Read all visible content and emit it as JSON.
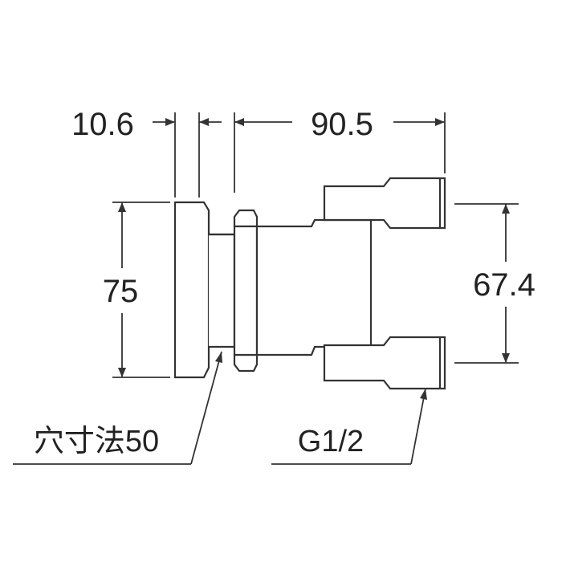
{
  "dimensions": {
    "flange_thickness": "10.6",
    "length": "90.5",
    "height": "75",
    "outlet_spacing": "67.4"
  },
  "callouts": {
    "hole_size": "穴寸法50",
    "thread": "G1/2"
  },
  "colors": {
    "line": "#333333",
    "text": "#222222",
    "background": "#ffffff"
  }
}
